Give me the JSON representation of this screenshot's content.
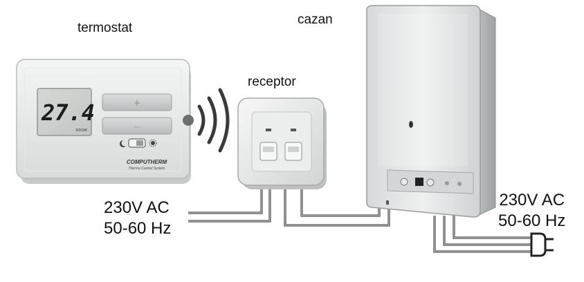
{
  "labels": {
    "thermostat": "termostat",
    "boiler": "cazan",
    "receiver": "receptor",
    "left_voltage": "230V AC",
    "left_frequency": "50-60 Hz",
    "right_voltage": "230V AC",
    "right_frequency": "50-60 Hz"
  },
  "thermostat": {
    "display_value": "27.4",
    "display_mode": "ROOM",
    "plus_symbol": "+",
    "minus_symbol": "—",
    "brand": "COMPUTHERM",
    "brand_subtitle": "Thermo Control System"
  },
  "icons": {
    "moon": "moon-icon",
    "sun": "sun-icon",
    "plug": "power-plug-icon",
    "wireless": "wireless-signal-icon"
  }
}
